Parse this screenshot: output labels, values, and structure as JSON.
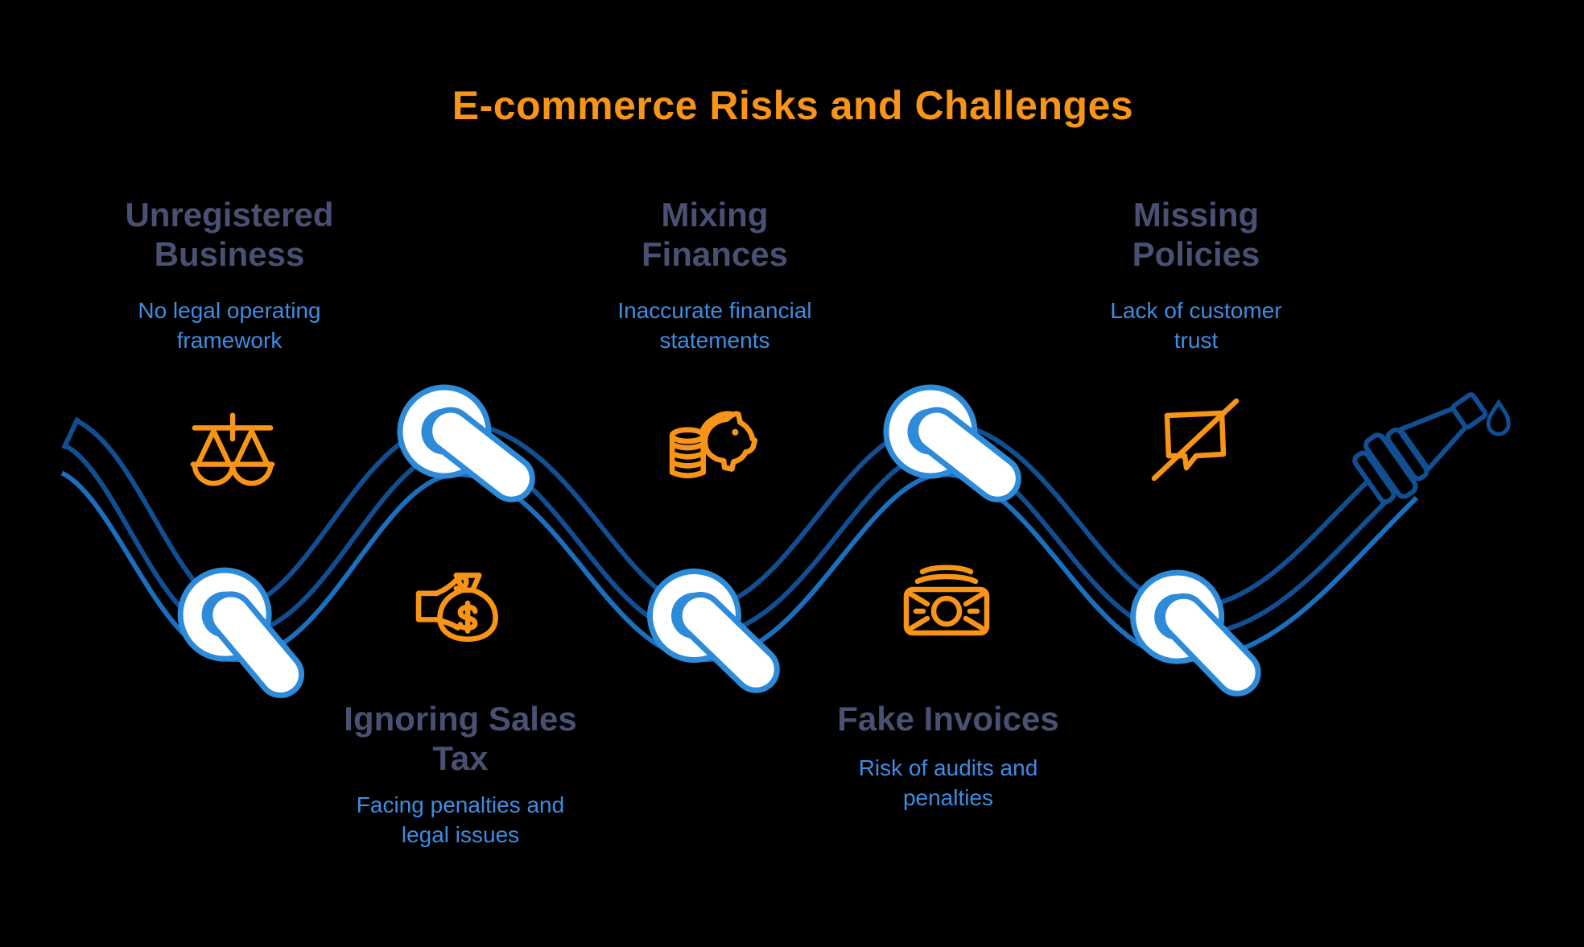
{
  "title": {
    "text": "E-commerce Risks and Challenges"
  },
  "items": [
    {
      "id": "unregistered-business",
      "heading": "Unregistered\nBusiness",
      "subtitle": "No legal operating\nframework",
      "icon": "scales-of-justice-icon"
    },
    {
      "id": "ignoring-sales-tax",
      "heading": "Ignoring Sales\nTax",
      "subtitle": "Facing penalties and\nlegal issues",
      "icon": "hand-money-bag-icon"
    },
    {
      "id": "mixing-finances",
      "heading": "Mixing\nFinances",
      "subtitle": "Inaccurate financial\nstatements",
      "icon": "piggy-bank-coins-icon"
    },
    {
      "id": "fake-invoices",
      "heading": "Fake Invoices",
      "subtitle": "Risk of audits and\npenalties",
      "icon": "money-bills-icon"
    },
    {
      "id": "missing-policies",
      "heading": "Missing\nPolicies",
      "subtitle": "Lack of customer\ntrust",
      "icon": "no-chat-bubble-icon"
    }
  ],
  "graphic": {
    "description": "knotted hose with nozzle and water drop",
    "knot_count": 5,
    "hose_ends": [
      "open-end-left",
      "nozzle-right"
    ]
  },
  "palette": {
    "background": "#000000",
    "accent_orange": "#F89417",
    "heading_slate": "#4A5072",
    "subtitle_blue": "#3D8DE4",
    "hose_navy": "#114E92",
    "hose_blue": "#1A6FBF",
    "knot_outline_blue": "#2E8BD9",
    "knot_fill": "#FFFFFF"
  }
}
